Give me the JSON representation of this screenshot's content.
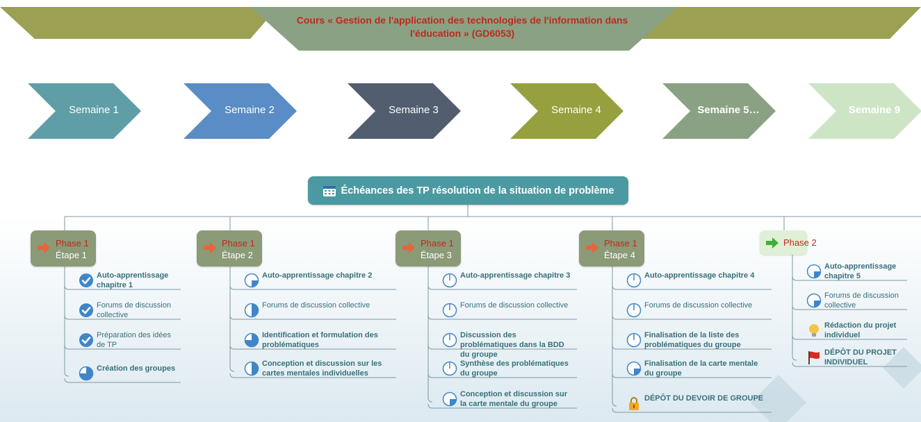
{
  "banner": {
    "title": "Cours « Gestion de l'application des technologies de l'information dans l'éducation » (GD6053)",
    "colors": {
      "side": "#9ba053",
      "center": "#8aa283",
      "title": "#c0281e"
    }
  },
  "weeks": [
    {
      "label": "Semaine 1",
      "color": "#5f9ea6",
      "bold": false
    },
    {
      "label": "Semaine 2",
      "color": "#5a8cc6",
      "bold": false
    },
    {
      "label": "Semaine 3",
      "color": "#535d70",
      "bold": false
    },
    {
      "label": "Semaine 4",
      "color": "#97a03e",
      "bold": false
    },
    {
      "label": "Semaine 5…",
      "color": "#8aa283",
      "bold": true
    },
    {
      "label": "Semaine 9",
      "color": "#cde5c5",
      "bold": true
    }
  ],
  "center_topic": {
    "label": "Échéances des TP résolution de la situation de problème",
    "icon": "calendar-icon",
    "color": "#4b9aa1"
  },
  "phases": [
    {
      "line1": "Phase 1",
      "line2": "Étape 1",
      "tasks": [
        {
          "text": "Auto-apprentissage chapitre 1",
          "icon": "check-circle-icon",
          "bold": true
        },
        {
          "text": "Forums de discussion collective",
          "icon": "check-circle-icon",
          "bold": false
        },
        {
          "text": "Préparation des idées de TP",
          "icon": "check-circle-icon",
          "bold": false
        },
        {
          "text": "Création des groupes",
          "icon": "progress-75-icon",
          "bold": true
        }
      ]
    },
    {
      "line1": "Phase 1",
      "line2": "Étape 2",
      "tasks": [
        {
          "text": "Auto-apprentissage chapitre 2",
          "icon": "progress-25-icon",
          "bold": true
        },
        {
          "text": "Forums de discussion collective",
          "icon": "progress-50-icon",
          "bold": false
        },
        {
          "text": "Identification et formulation des problématiques",
          "icon": "progress-75-icon",
          "bold": true
        },
        {
          "text": "Conception et discussion sur les cartes mentales individuelles",
          "icon": "progress-50-icon",
          "bold": true
        }
      ]
    },
    {
      "line1": "Phase 1",
      "line2": "Étape 3",
      "tasks": [
        {
          "text": "Auto-apprentissage chapitre 3",
          "icon": "progress-0-icon",
          "bold": true
        },
        {
          "text": "Forums de discussion collective",
          "icon": "progress-0-icon",
          "bold": false
        },
        {
          "text": "Discussion des problématiques dans la BDD du groupe",
          "icon": "progress-0-icon",
          "bold": true
        },
        {
          "text": "Synthèse des problématiques du groupe",
          "icon": "progress-0-icon",
          "bold": true
        },
        {
          "text": "Conception et discussion sur la carte mentale du groupe",
          "icon": "progress-25-icon",
          "bold": true
        }
      ]
    },
    {
      "line1": "Phase 1",
      "line2": "Étape 4",
      "tasks": [
        {
          "text": "Auto-apprentissage chapitre 4",
          "icon": "progress-0-icon",
          "bold": true
        },
        {
          "text": "Forums de discussion collective",
          "icon": "progress-0-icon",
          "bold": false
        },
        {
          "text": "Finalisation de la liste des problématiques du groupe",
          "icon": "progress-0-icon",
          "bold": true
        },
        {
          "text": "Finalisation de la carte mentale du groupe",
          "icon": "progress-25-icon",
          "bold": true
        },
        {
          "text": "DÉPÔT DU DEVOIR DE GROUPE",
          "icon": "lock-icon",
          "bold": true,
          "upper": true
        }
      ]
    },
    {
      "line1": "Phase 2",
      "line2": "",
      "tasks": [
        {
          "text": "Auto-apprentissage chapitre 5",
          "icon": "progress-25-icon",
          "bold": true
        },
        {
          "text": "Forums de discussion collective",
          "icon": "progress-25-icon",
          "bold": false
        },
        {
          "text": "Rédaction du projet individuel",
          "icon": "lightbulb-icon",
          "bold": true
        },
        {
          "text": "DÉPÔT DU PROJET INDIVIDUEL",
          "icon": "flag-icon",
          "bold": true,
          "upper": true
        }
      ]
    }
  ],
  "colors": {
    "phase_box": "#8b9a77",
    "phase2_box": "#dff0d6",
    "phase_label": "#c0281e",
    "task_text": "#37707a",
    "icon_blue": "#3f86c9",
    "connector": "#7d98a0",
    "background_gradient": "#dce9f0"
  }
}
